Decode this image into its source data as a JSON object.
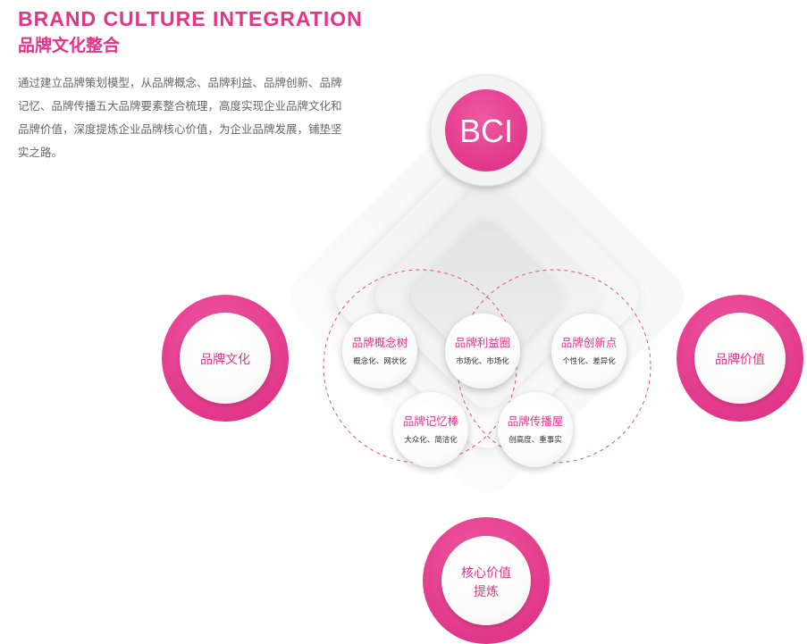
{
  "header": {
    "title_en": "BRAND CULTURE INTEGRATION",
    "title_cn": "品牌文化整合",
    "description": "通过建立品牌策划模型，从品牌概念、品牌利益、品牌创新、品牌记忆、品牌传播五大品牌要素整合梳理，高度实现企业品牌文化和品牌价值，深度提炼企业品牌核心价值，为企业品牌发展，铺垫坚实之路。"
  },
  "diagram": {
    "top_node": "BCI",
    "left_node": "品牌文化",
    "right_node": "品牌价值",
    "bottom_node": {
      "line1": "核心价值",
      "line2": "提炼"
    },
    "elements": [
      {
        "title": "品牌概念树",
        "subtitle": "概念化、网状化"
      },
      {
        "title": "品牌利益圈",
        "subtitle": "市场化、市场化"
      },
      {
        "title": "品牌创新点",
        "subtitle": "个性化、差异化"
      },
      {
        "title": "品牌记忆棒",
        "subtitle": "大众化、简洁化"
      },
      {
        "title": "品牌传播屋",
        "subtitle": "创高度、重事实"
      }
    ]
  },
  "colors": {
    "accent": "#e5338a",
    "accent_dark": "#d61f79",
    "text_gray": "#666666",
    "dark_text": "#333333",
    "dashed_line": "#e0527f"
  }
}
